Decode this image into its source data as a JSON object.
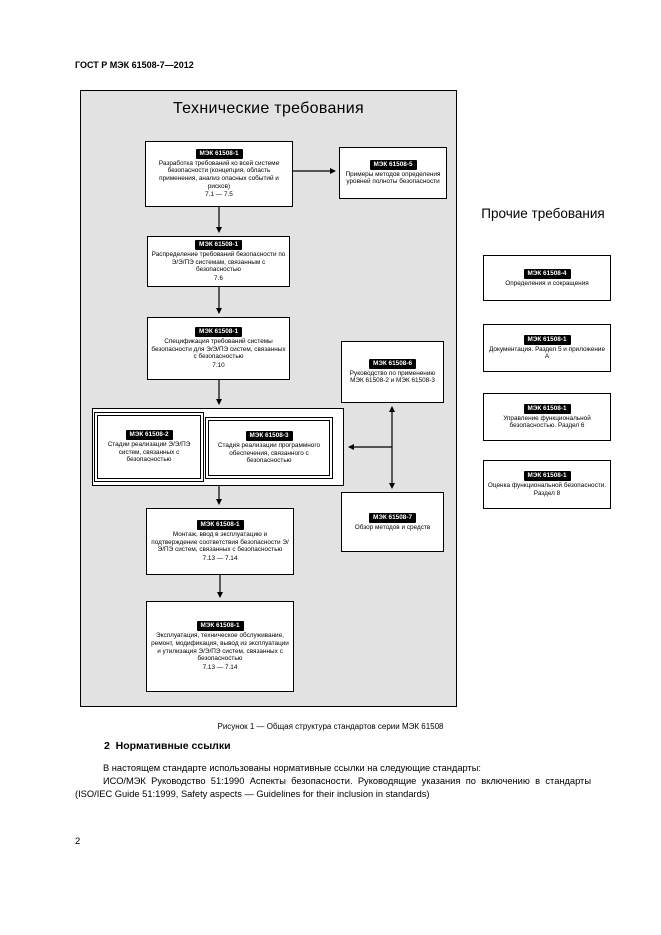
{
  "doc": {
    "header": "ГОСТ Р МЭК 61508-7—2012",
    "figure_caption": "Рисунок 1 — Общая структура стандартов серии МЭК 61508",
    "section_heading": "2  Нормативные ссылки",
    "para_intro": "В настоящем стандарте использованы нормативные ссылки на следующие стандарты:",
    "para_reference": "ИСО/МЭК Руководство 51:1990 Аспекты безопасности. Руководящие указания по включению в стандарты (ISO/IEC Guide 51:1999, Safety aspects — Guidelines for their inclusion in standards)",
    "page_number": "2"
  },
  "diagram": {
    "title": "Технические требования",
    "other_requirements_heading": "Прочие требования",
    "boxes": {
      "req_dev": {
        "title": "МЭК 61508-1",
        "body": "Разработка требований ко всей системе безопасности (концепция, область применения, анализ опасных событий и рисков)",
        "ref": "7.1 — 7.5"
      },
      "sil_methods": {
        "title": "МЭК 61508-5",
        "body": "Примеры методов определения уровней полноты безопасности"
      },
      "req_alloc": {
        "title": "МЭК 61508-1",
        "body": "Распределение требований безопасности по Э/Э/ПЭ системам, связанным с безопасностью",
        "ref": "7.6"
      },
      "req_spec": {
        "title": "МЭК 61508-1",
        "body": "Спецификация требований системы безопасности для Э/Э/ПЭ систем, связанных с безопасностью",
        "ref": "7.10"
      },
      "realisation_ee": {
        "title": "МЭК 61508-2",
        "body": "Стадии реализации Э/Э/ПЭ систем, связанных с безопасностью"
      },
      "realisation_sw": {
        "title": "МЭК 61508-3",
        "body": "Стадия реализации программного обеспечения, связанного с безопасностью"
      },
      "guidance": {
        "title": "МЭК 61508-6",
        "body": "Руководство по применению МЭК 61508-2 и МЭК 61508-3"
      },
      "methods_overview": {
        "title": "МЭК 61508-7",
        "body": "Обзор методов и средств"
      },
      "installation": {
        "title": "МЭК 61508-1",
        "body": "Монтаж, ввод в эксплуатацию и подтверждение соответствия безопасности Э/Э/ПЭ систем, связанных с безопасностью",
        "ref": "7.13 — 7.14"
      },
      "operation": {
        "title": "МЭК 61508-1",
        "body": "Эксплуатация, техническое обслуживание, ремонт, модификация, вывод из эксплуатации и утилизация Э/Э/ПЭ систем, связанных с безопасностью",
        "ref": "7.13 — 7.14"
      },
      "definitions": {
        "title": "МЭК 61508-4",
        "body": "Определения и сокращения"
      },
      "documentation": {
        "title": "МЭК 61508-1",
        "body": "Документация. Раздел 5 и приложение А"
      },
      "fs_management": {
        "title": "МЭК 61508-1",
        "body": "Управление функциональной безопасностью. Раздел 6"
      },
      "fs_assessment": {
        "title": "МЭК 61508-1",
        "body": "Оценка функциональной безопасности. Раздел 8"
      }
    }
  }
}
